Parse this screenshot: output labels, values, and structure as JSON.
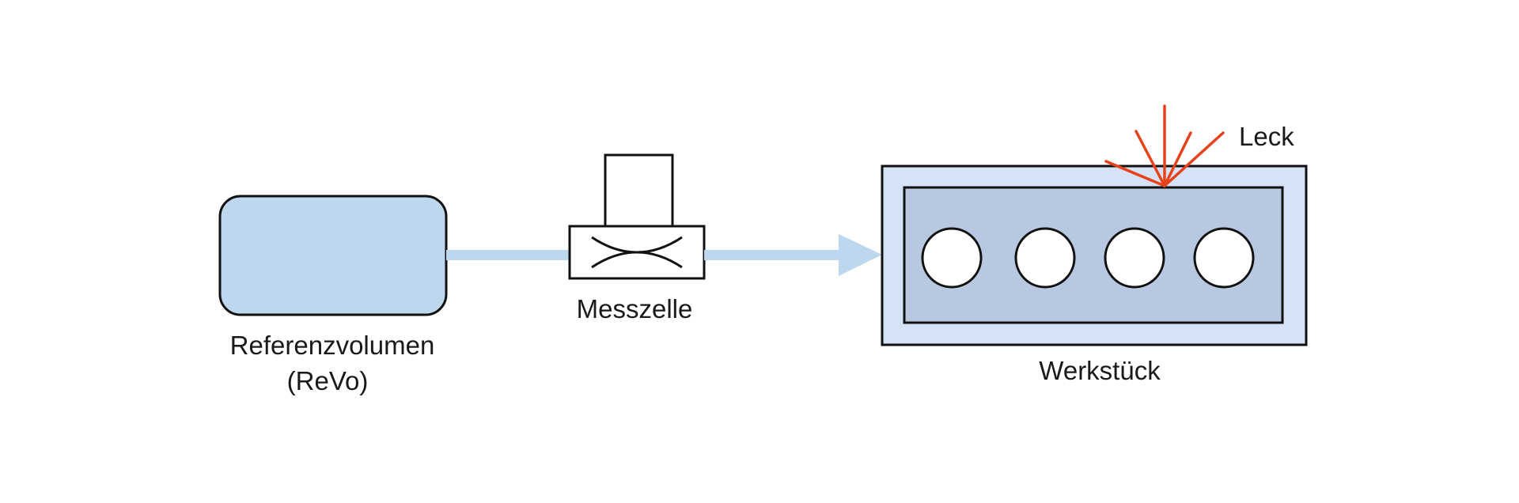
{
  "labels": {
    "referenzvolumen_line1": "Referenzvolumen",
    "referenzvolumen_line2": "(ReVo)",
    "messzelle": "Messzelle",
    "werkstueck": "Werkstück",
    "leck": "Leck"
  },
  "colors": {
    "revo_fill": "#bdd7ee",
    "flow_line": "#bdd7ee",
    "workpiece_outer": "#d6e2f5",
    "workpiece_inner": "#b8c8e0",
    "leak": "#e8421c",
    "stroke": "#111111"
  },
  "workpiece": {
    "holes": 4
  }
}
